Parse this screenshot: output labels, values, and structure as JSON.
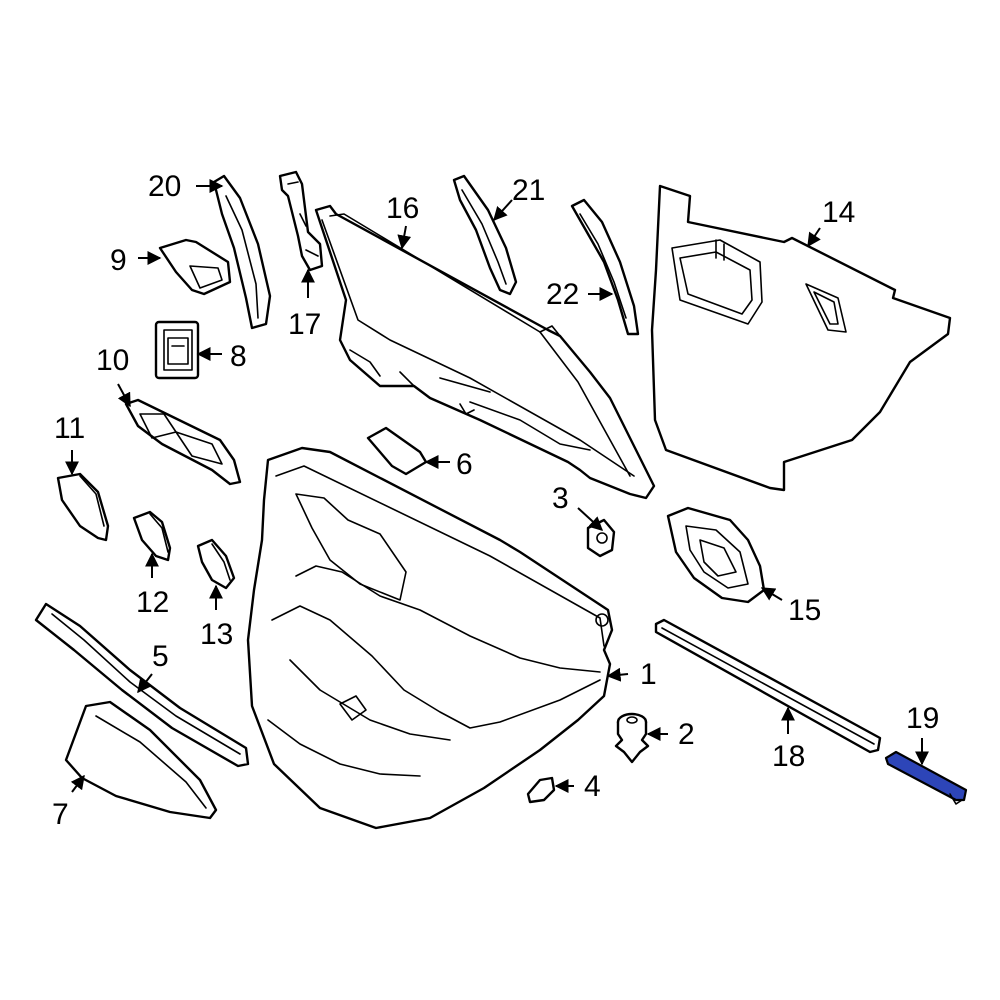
{
  "diagram": {
    "highlight_color": "#2d45b8",
    "highlighted_callout": "19",
    "callouts": {
      "c1": "1",
      "c2": "2",
      "c3": "3",
      "c4": "4",
      "c5": "5",
      "c6": "6",
      "c7": "7",
      "c8": "8",
      "c9": "9",
      "c10": "10",
      "c11": "11",
      "c12": "12",
      "c13": "13",
      "c14": "14",
      "c15": "15",
      "c16": "16",
      "c17": "17",
      "c18": "18",
      "c19": "19",
      "c20": "20",
      "c21": "21",
      "c22": "22"
    }
  }
}
